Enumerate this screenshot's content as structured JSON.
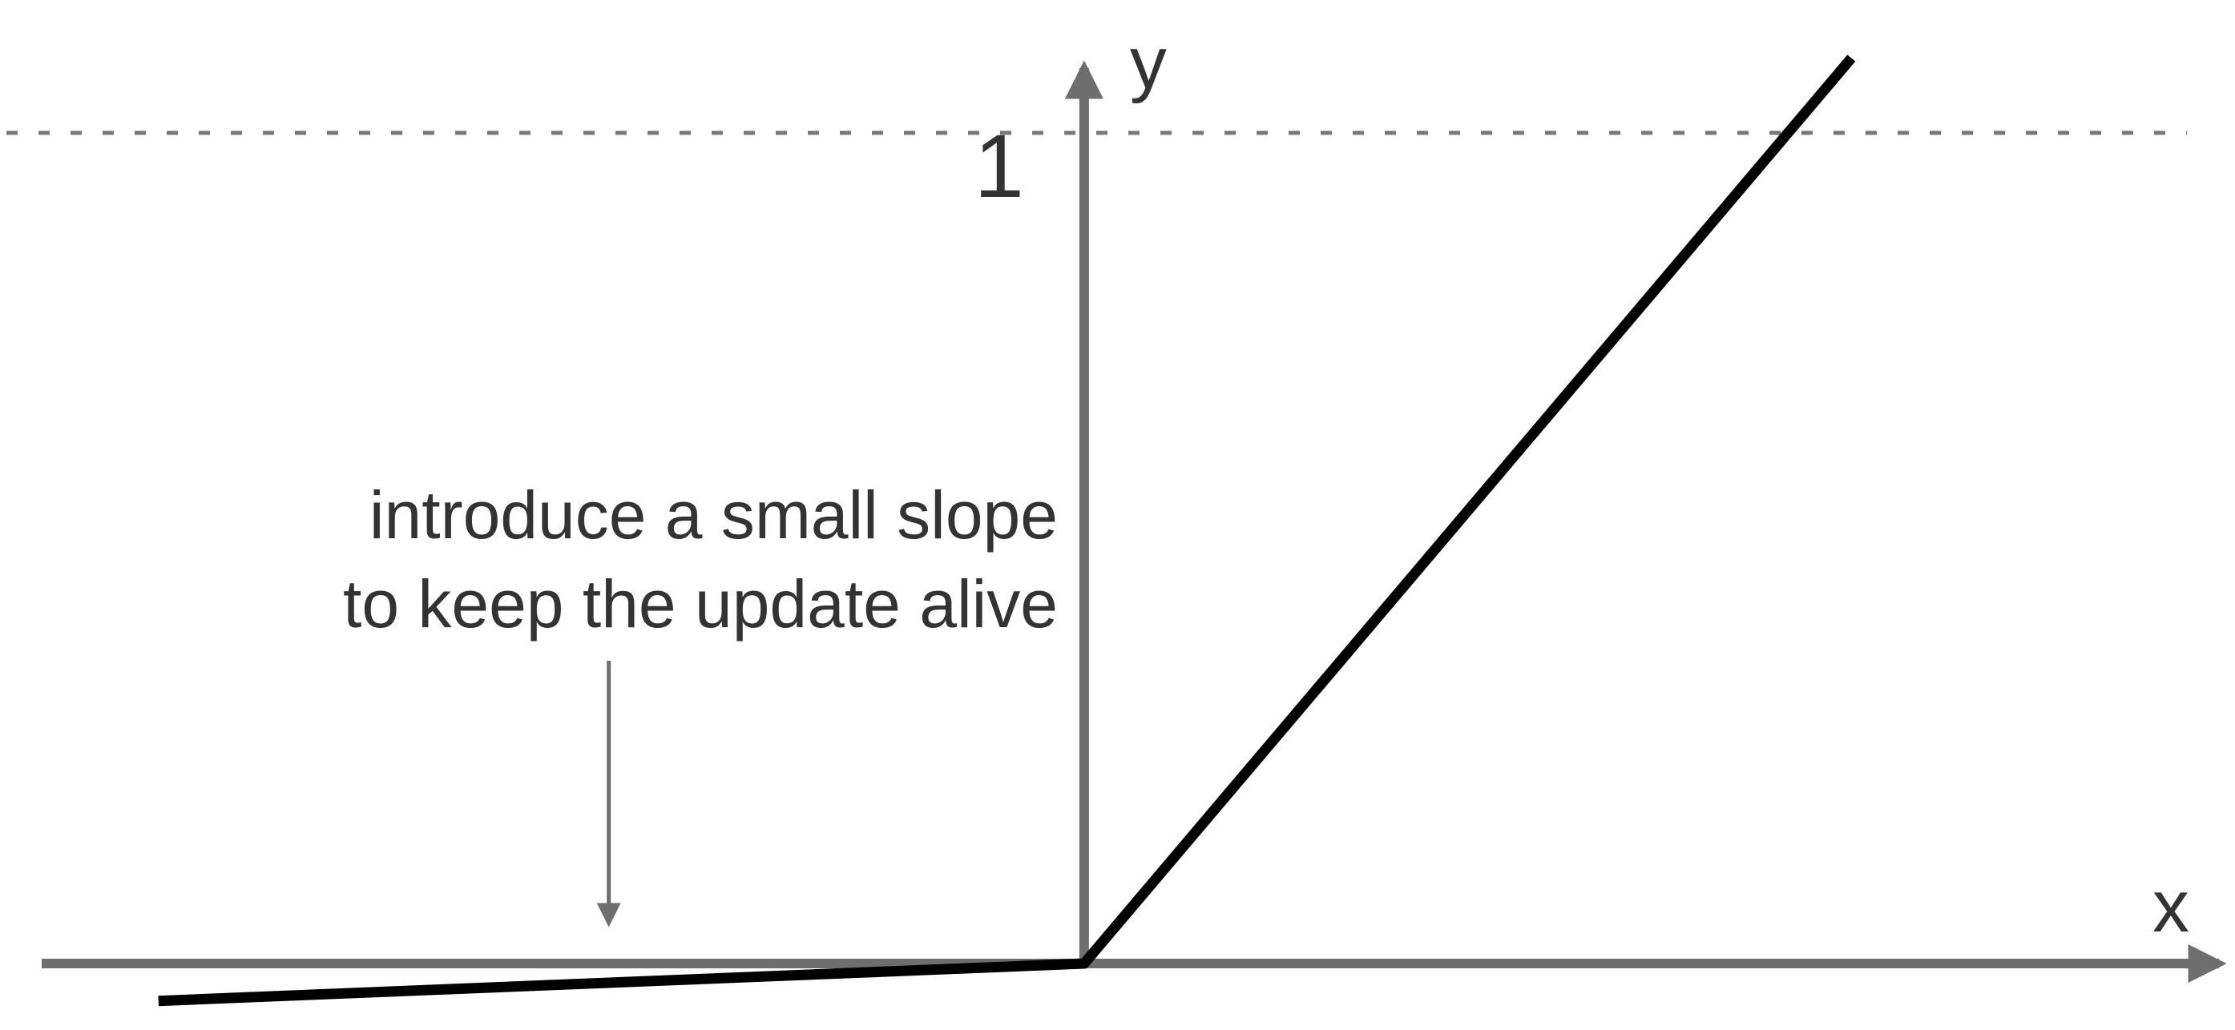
{
  "chart_data": {
    "type": "line",
    "title": "",
    "xlabel": "x",
    "ylabel": "y",
    "y_ticks": [
      {
        "value": 1,
        "label": "1"
      }
    ],
    "reference_lines": [
      {
        "orientation": "horizontal",
        "value": 1,
        "style": "dotted"
      }
    ],
    "series": [
      {
        "x": [
          -1.11,
          0,
          0.92
        ],
        "y": [
          -0.045,
          0,
          1.09
        ]
      }
    ],
    "xlim": [
      -1.3,
      1.38
    ],
    "ylim": [
      -0.08,
      1.16
    ],
    "grid": false,
    "legend": "none",
    "annotation": {
      "lines": [
        "introduce a small slope",
        "to keep the update alive"
      ],
      "arrow_target": {
        "x": -0.57,
        "y": 0.04
      }
    },
    "colors": {
      "axis": "#6e6e6e",
      "series": "#000000",
      "text": "#333333",
      "reference": "#777777"
    }
  }
}
